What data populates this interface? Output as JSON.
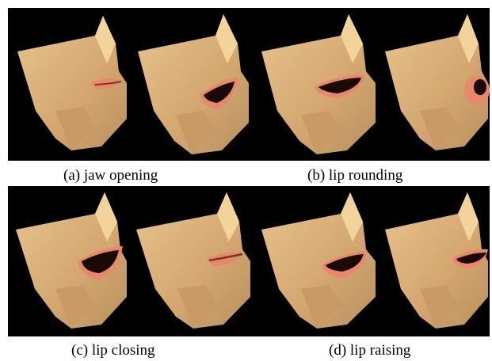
{
  "figure": {
    "captions": [
      {
        "id": "a",
        "text": "(a) jaw opening"
      },
      {
        "id": "b",
        "text": "(b) lip rounding"
      },
      {
        "id": "c",
        "text": "(c) lip closing"
      },
      {
        "id": "d",
        "text": "(d) lip raising"
      }
    ],
    "colors": {
      "background": "#000000",
      "skin_light": "#f2d39a",
      "skin_mid": "#d9b07a",
      "skin_dark": "#b8905e",
      "lip": "#e8876a",
      "lip_dark": "#b85a45",
      "mouth_inside": "#1a0a05"
    },
    "panels": [
      {
        "id": "a1",
        "mouth": "closed"
      },
      {
        "id": "a2",
        "mouth": "open"
      },
      {
        "id": "b1",
        "mouth": "open-wide"
      },
      {
        "id": "b2",
        "mouth": "rounded"
      },
      {
        "id": "c1",
        "mouth": "open"
      },
      {
        "id": "c2",
        "mouth": "closed"
      },
      {
        "id": "d1",
        "mouth": "open"
      },
      {
        "id": "d2",
        "mouth": "raised"
      }
    ]
  }
}
